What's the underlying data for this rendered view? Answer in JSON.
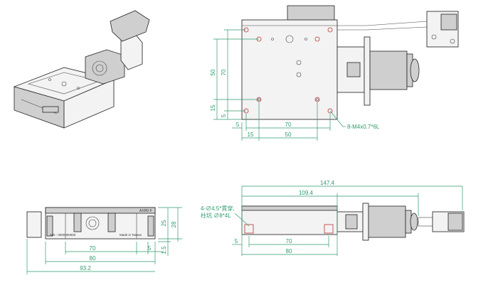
{
  "dims": {
    "top_v_50": "50",
    "top_v_70": "70",
    "top_v_15": "15",
    "top_v_5": "5",
    "top_h_5": "5",
    "top_h_70": "70",
    "top_h_15": "15",
    "top_h_50": "50",
    "callout_holes": "8-M4x0.7*6L",
    "front_h_70": "70",
    "front_h_5": "5",
    "front_h_80": "80",
    "front_h_932": "93.2",
    "front_v_25": "25",
    "front_v_28": "28",
    "front_v_15": "1.5",
    "side_h_1474": "147.4",
    "side_h_1094": "109.4",
    "side_callout_1": "4-∅4.5*貫穿,",
    "side_callout_2": "柱坑 ∅8*4L",
    "side_h_5": "5",
    "side_h_70": "70",
    "side_h_80": "80"
  },
  "labels": {
    "model": "AXR0-F",
    "serial": "S/N : 0000000000",
    "made_in": "Made in Taiwan"
  }
}
